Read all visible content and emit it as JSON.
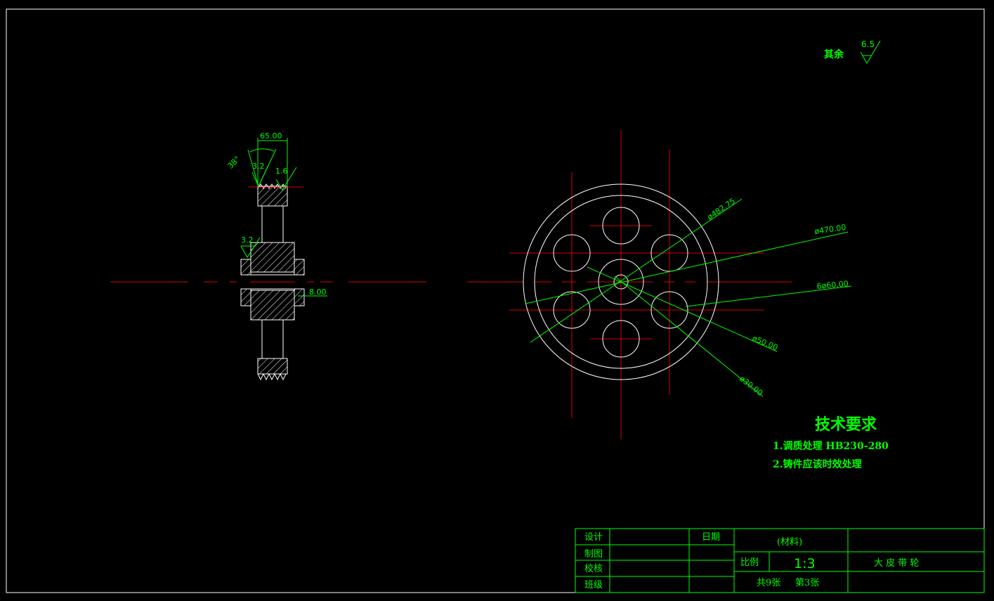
{
  "surface_finish_note": {
    "label": "其余",
    "value": "6.5"
  },
  "side_view": {
    "dims": {
      "width": "65.00",
      "groove_angle": "38°",
      "finish_a": "3.2",
      "finish_b": "1.6",
      "finish_hub": "3.2",
      "keyway": "8.00"
    }
  },
  "front_view": {
    "dims": {
      "d1": "ø482.75",
      "d2": "ø470.00",
      "d3": "6ø60.00",
      "d4": "ø50.00",
      "d5": "ø30.00"
    }
  },
  "tech_requirements": {
    "title": "技术要求",
    "items": [
      "1.调质处理 HB230-280",
      "2.铸件应该时效处理"
    ]
  },
  "title_block": {
    "design": "设计",
    "drafting": "制图",
    "check": "校核",
    "class": "班级",
    "date": "日期",
    "material": "(材料)",
    "scale_label": "比例",
    "scale_value": "1:3",
    "sheet_total": "共9张",
    "sheet_current": "第3张",
    "part_name": "大 皮 带 轮"
  },
  "colors": {
    "background": "#000000",
    "dimension": "#00ff00",
    "centerline": "#d40000",
    "outline": "#ffffff"
  }
}
